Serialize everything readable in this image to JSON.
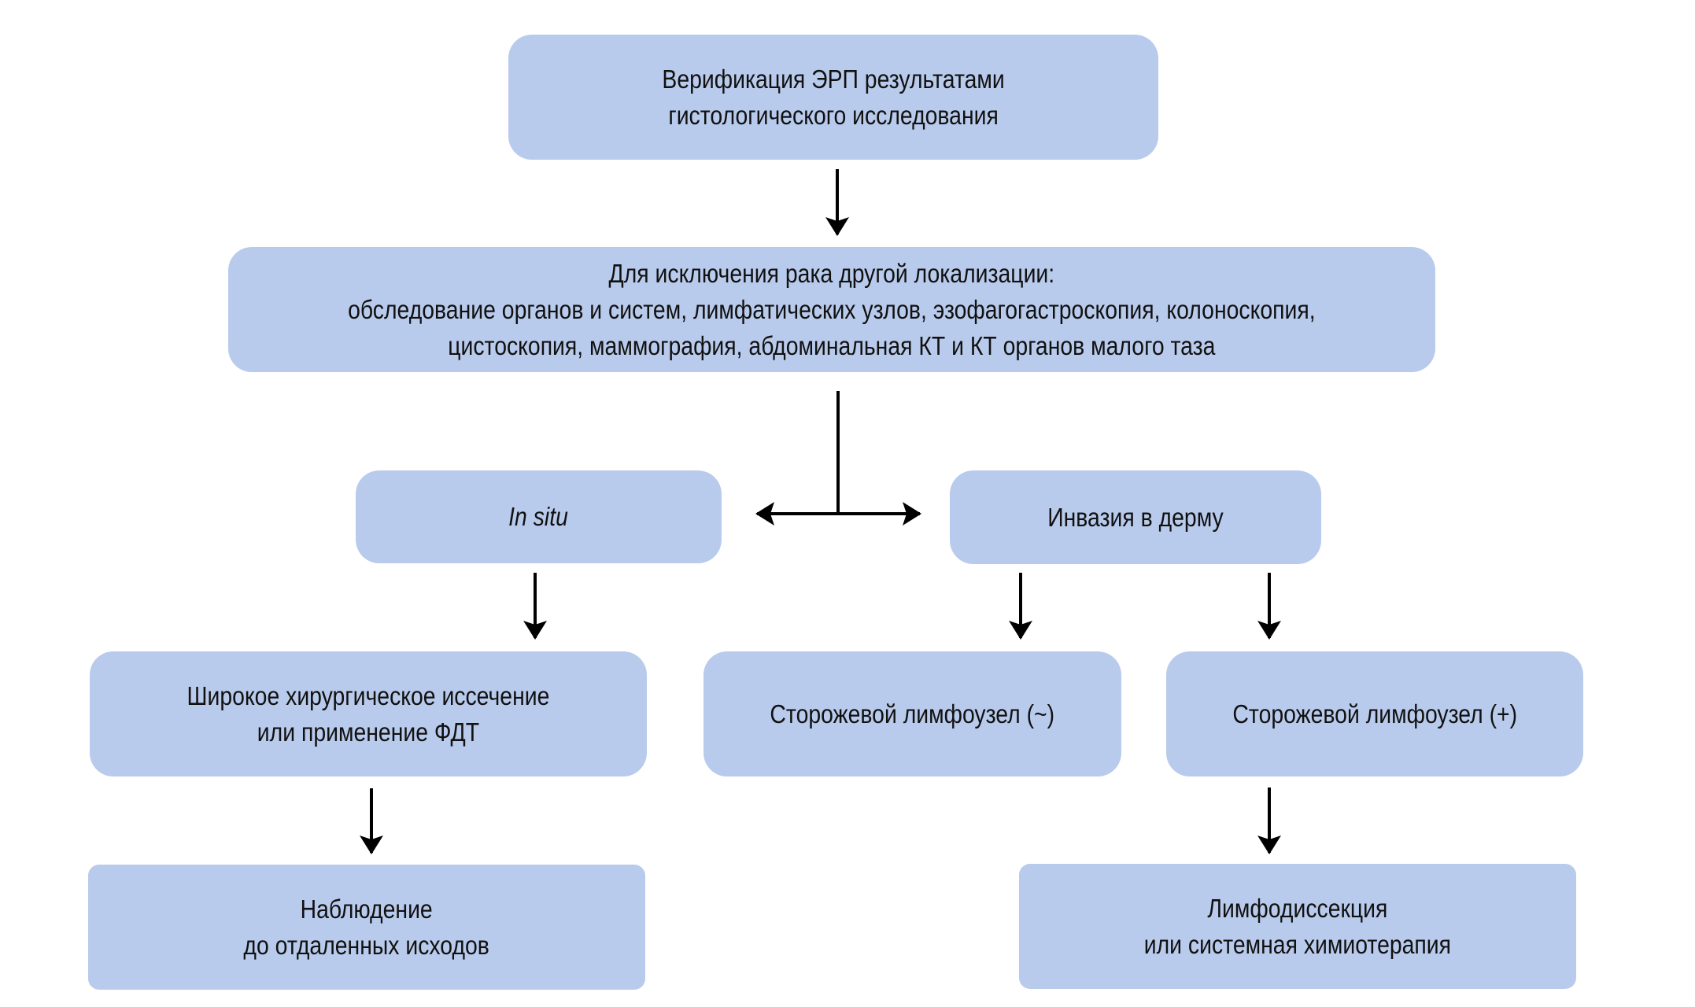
{
  "diagram": {
    "colors": {
      "box_fill": "#b9cbec",
      "text": "#111111",
      "arrow": "#000000"
    },
    "nodes": {
      "verification": {
        "lines": [
          "Верификация ЭРП результатами",
          "гистологического исследования"
        ]
      },
      "exclusion": {
        "lines": [
          "Для исключения рака другой локализации:",
          "обследование органов и систем, лимфатических узлов, эзофагогастроскопия, колоноскопия,",
          "цистоскопия, маммография, абдоминальная КТ и КТ органов малого таза"
        ]
      },
      "in_situ": {
        "lines": [
          "In situ"
        ]
      },
      "invasion": {
        "lines": [
          "Инвазия в дерму"
        ]
      },
      "wide_excision": {
        "lines": [
          "Широкое хирургическое иссечение",
          "или применение ФДТ"
        ]
      },
      "sentinel_neg": {
        "lines": [
          "Сторожевой лимфоузел (~)"
        ]
      },
      "sentinel_pos": {
        "lines": [
          "Сторожевой лимфоузел (+)"
        ]
      },
      "observation": {
        "lines": [
          "Наблюдение",
          "до отдаленных исходов"
        ]
      },
      "lymphodissection": {
        "lines": [
          "Лимфодиссекция",
          "или системная химиотерапия"
        ]
      }
    },
    "edges": [
      {
        "from": "verification",
        "to": "exclusion"
      },
      {
        "from": "exclusion",
        "to": "in_situ"
      },
      {
        "from": "exclusion",
        "to": "invasion"
      },
      {
        "from": "in_situ",
        "to": "wide_excision"
      },
      {
        "from": "invasion",
        "to": "sentinel_neg"
      },
      {
        "from": "invasion",
        "to": "sentinel_pos"
      },
      {
        "from": "wide_excision",
        "to": "observation"
      },
      {
        "from": "sentinel_pos",
        "to": "lymphodissection"
      }
    ]
  }
}
